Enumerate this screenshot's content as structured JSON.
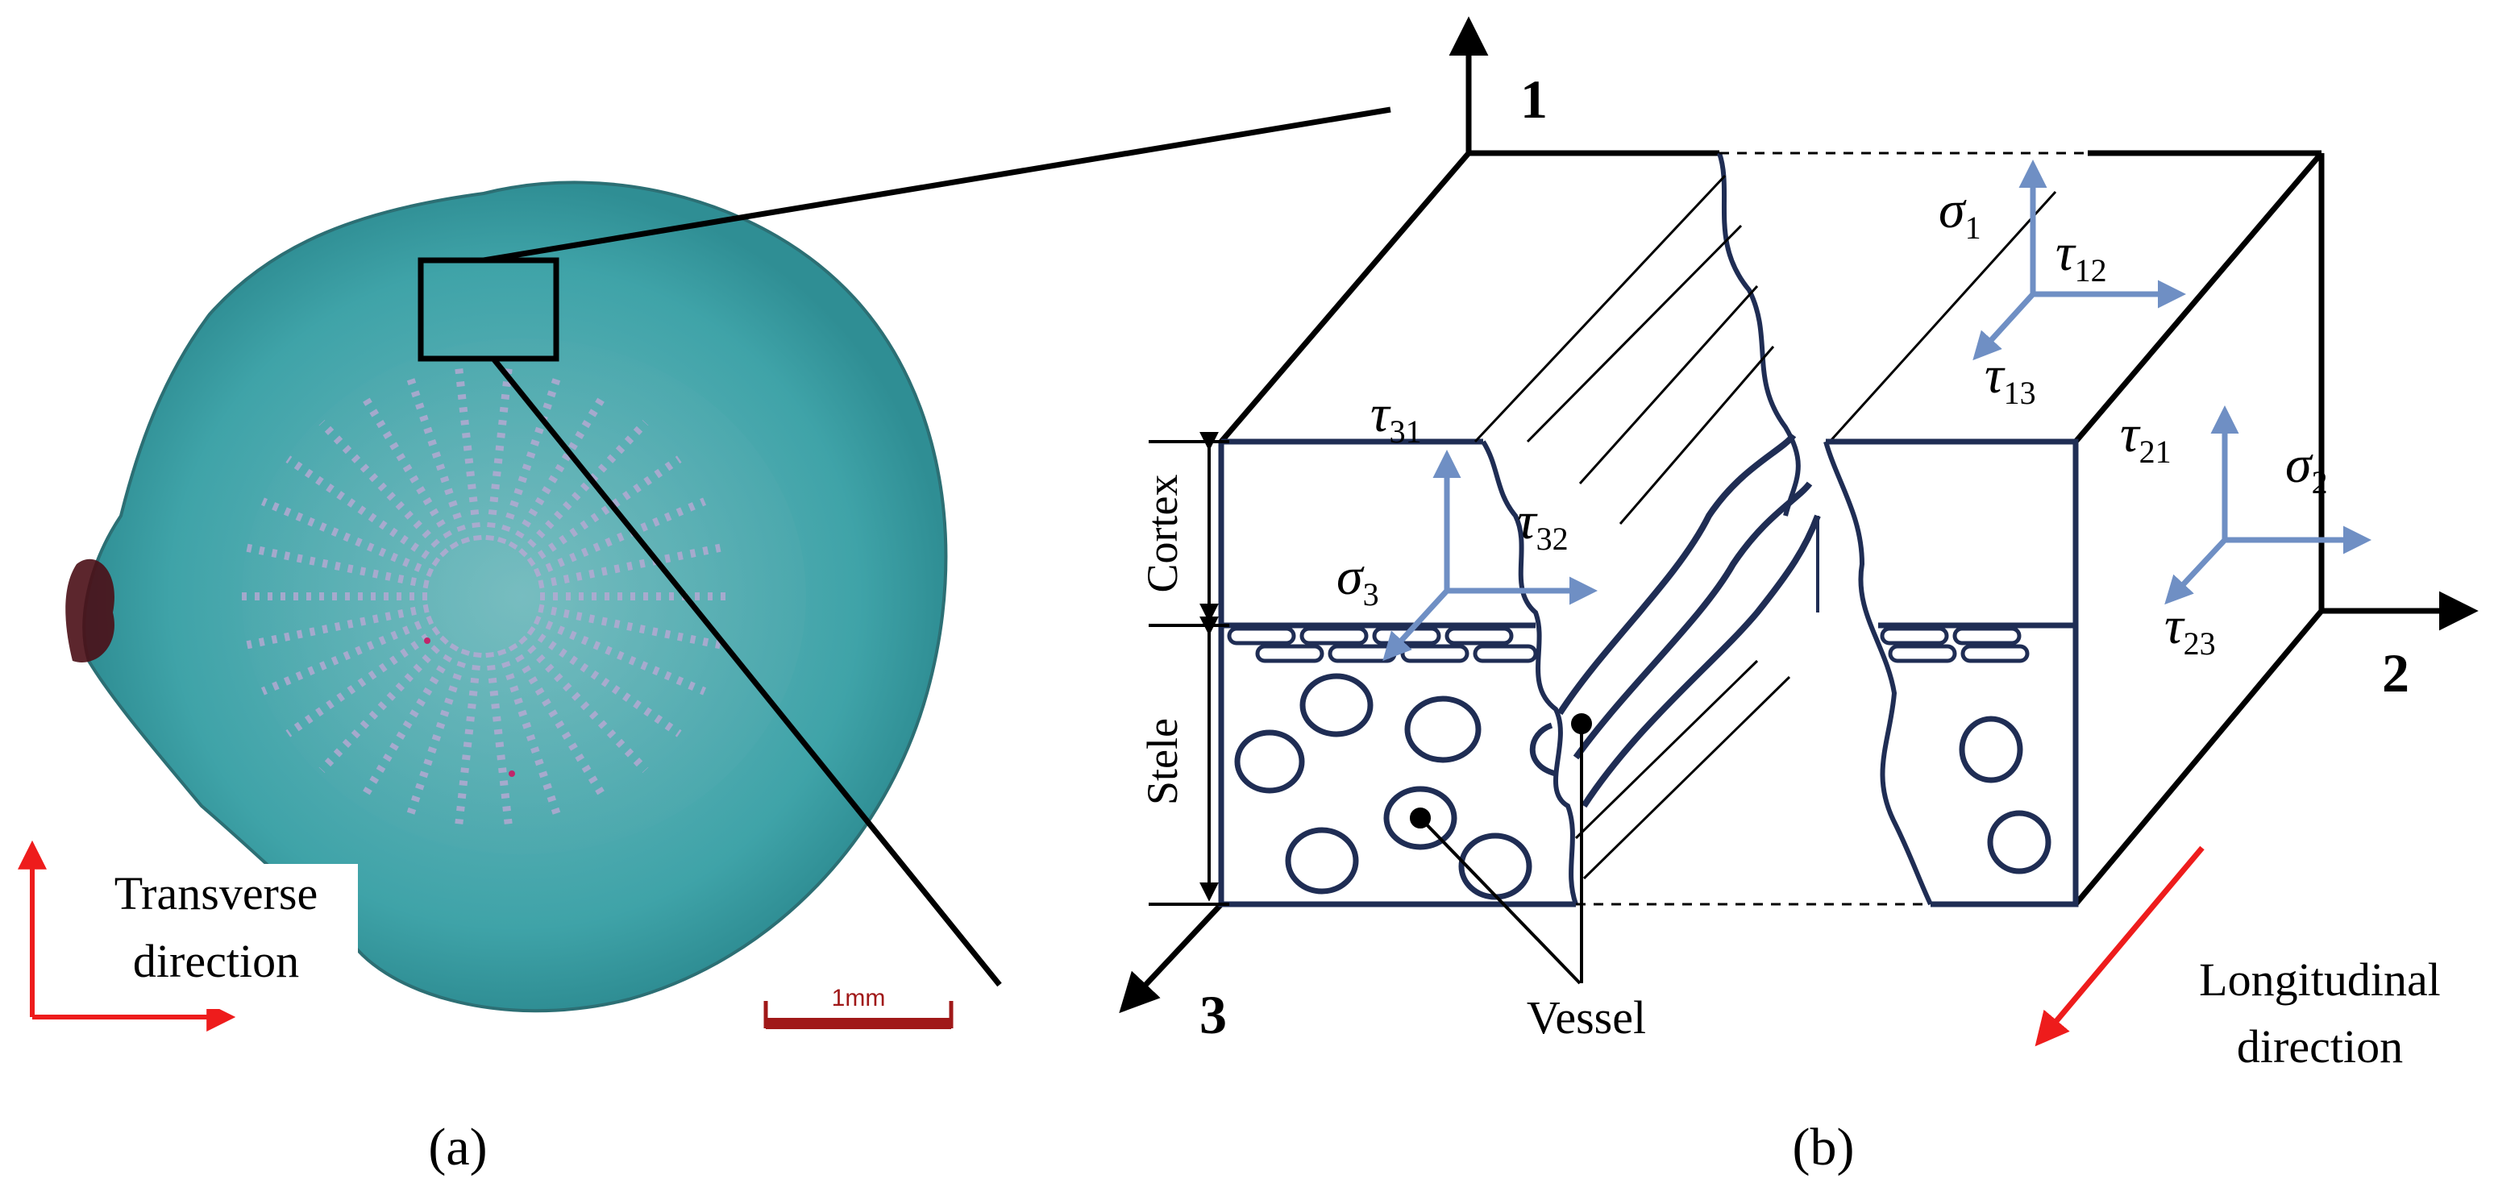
{
  "panel_a": {
    "label": "(a)",
    "transverse_label_line1": "Transverse",
    "transverse_label_line2": "direction",
    "scale_bar_label": "1mm"
  },
  "panel_b": {
    "label": "(b)",
    "axis_1": "1",
    "axis_2": "2",
    "axis_3": "3",
    "cortex_label": "Cortex",
    "stele_label": "Stele",
    "vessel_label": "Vessel",
    "longitudinal_label_line1": "Longitudinal",
    "longitudinal_label_line2": "direction",
    "stress": {
      "sigma_1": "1",
      "sigma_2": "2",
      "sigma_3": "3",
      "tau_12": "12",
      "tau_13": "13",
      "tau_21": "21",
      "tau_23": "23",
      "tau_31": "31",
      "tau_32": "32"
    }
  },
  "colors": {
    "stain_teal": "#3fa3a8",
    "box_navy": "#1f2d54",
    "stress_blue": "#6f8fc4",
    "red_arrow": "#ee1c1c",
    "scale_bar": "#a01818"
  }
}
